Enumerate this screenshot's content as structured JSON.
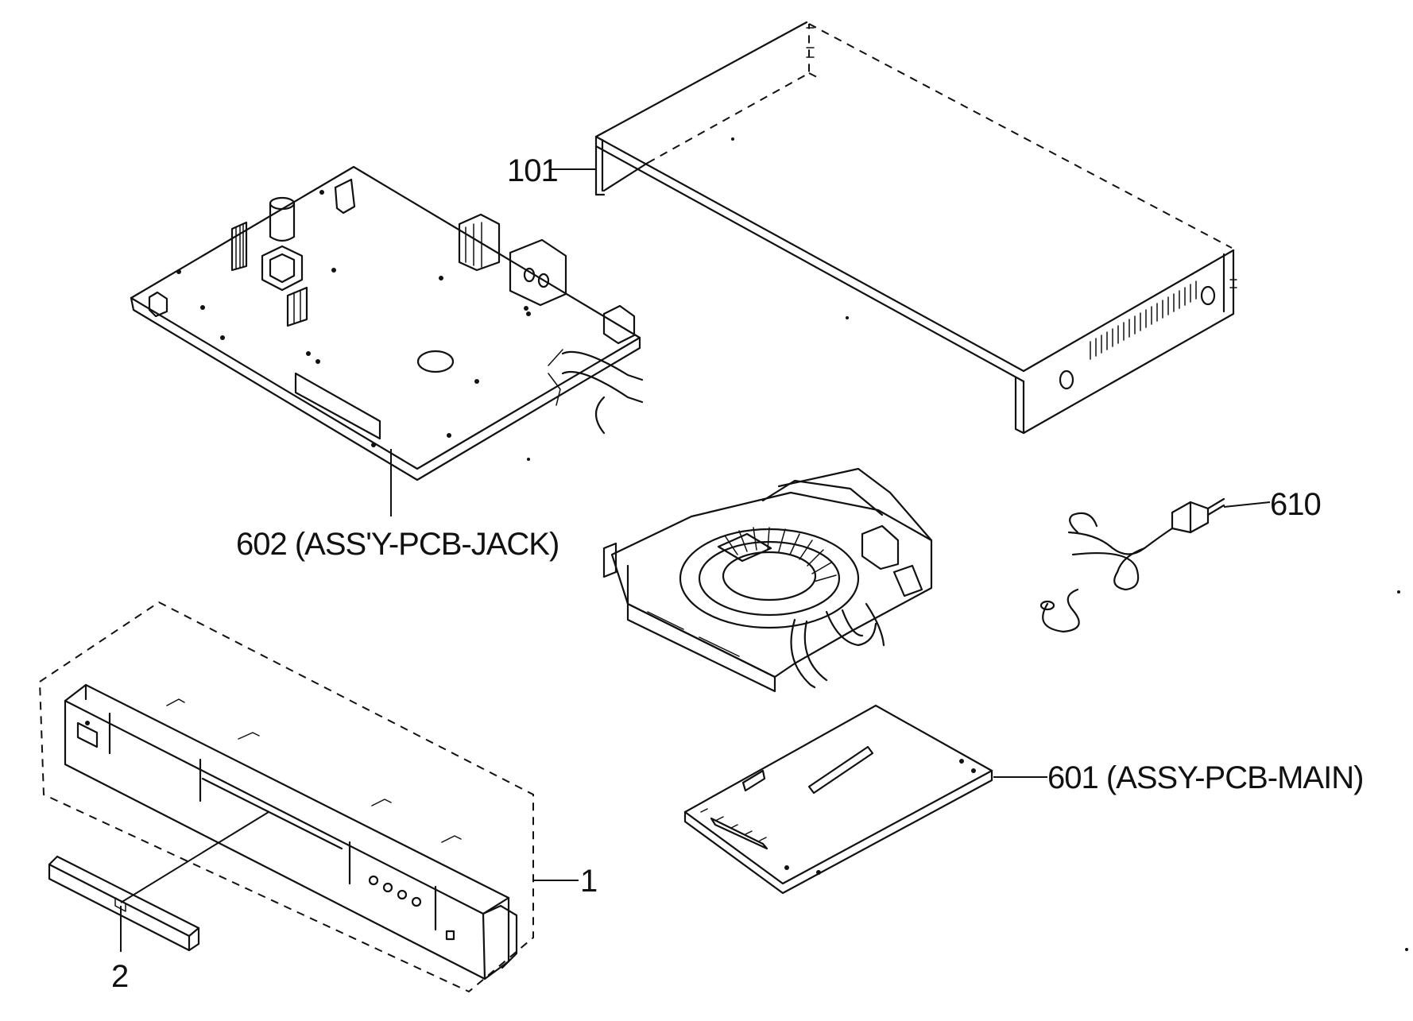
{
  "labels": {
    "top_cover": "101",
    "jack_pcb": "602 (ASS'Y-PCB-JACK)",
    "power_cord": "610",
    "main_pcb": "601 (ASSY-PCB-MAIN)",
    "front_panel": "1",
    "door": "2"
  }
}
